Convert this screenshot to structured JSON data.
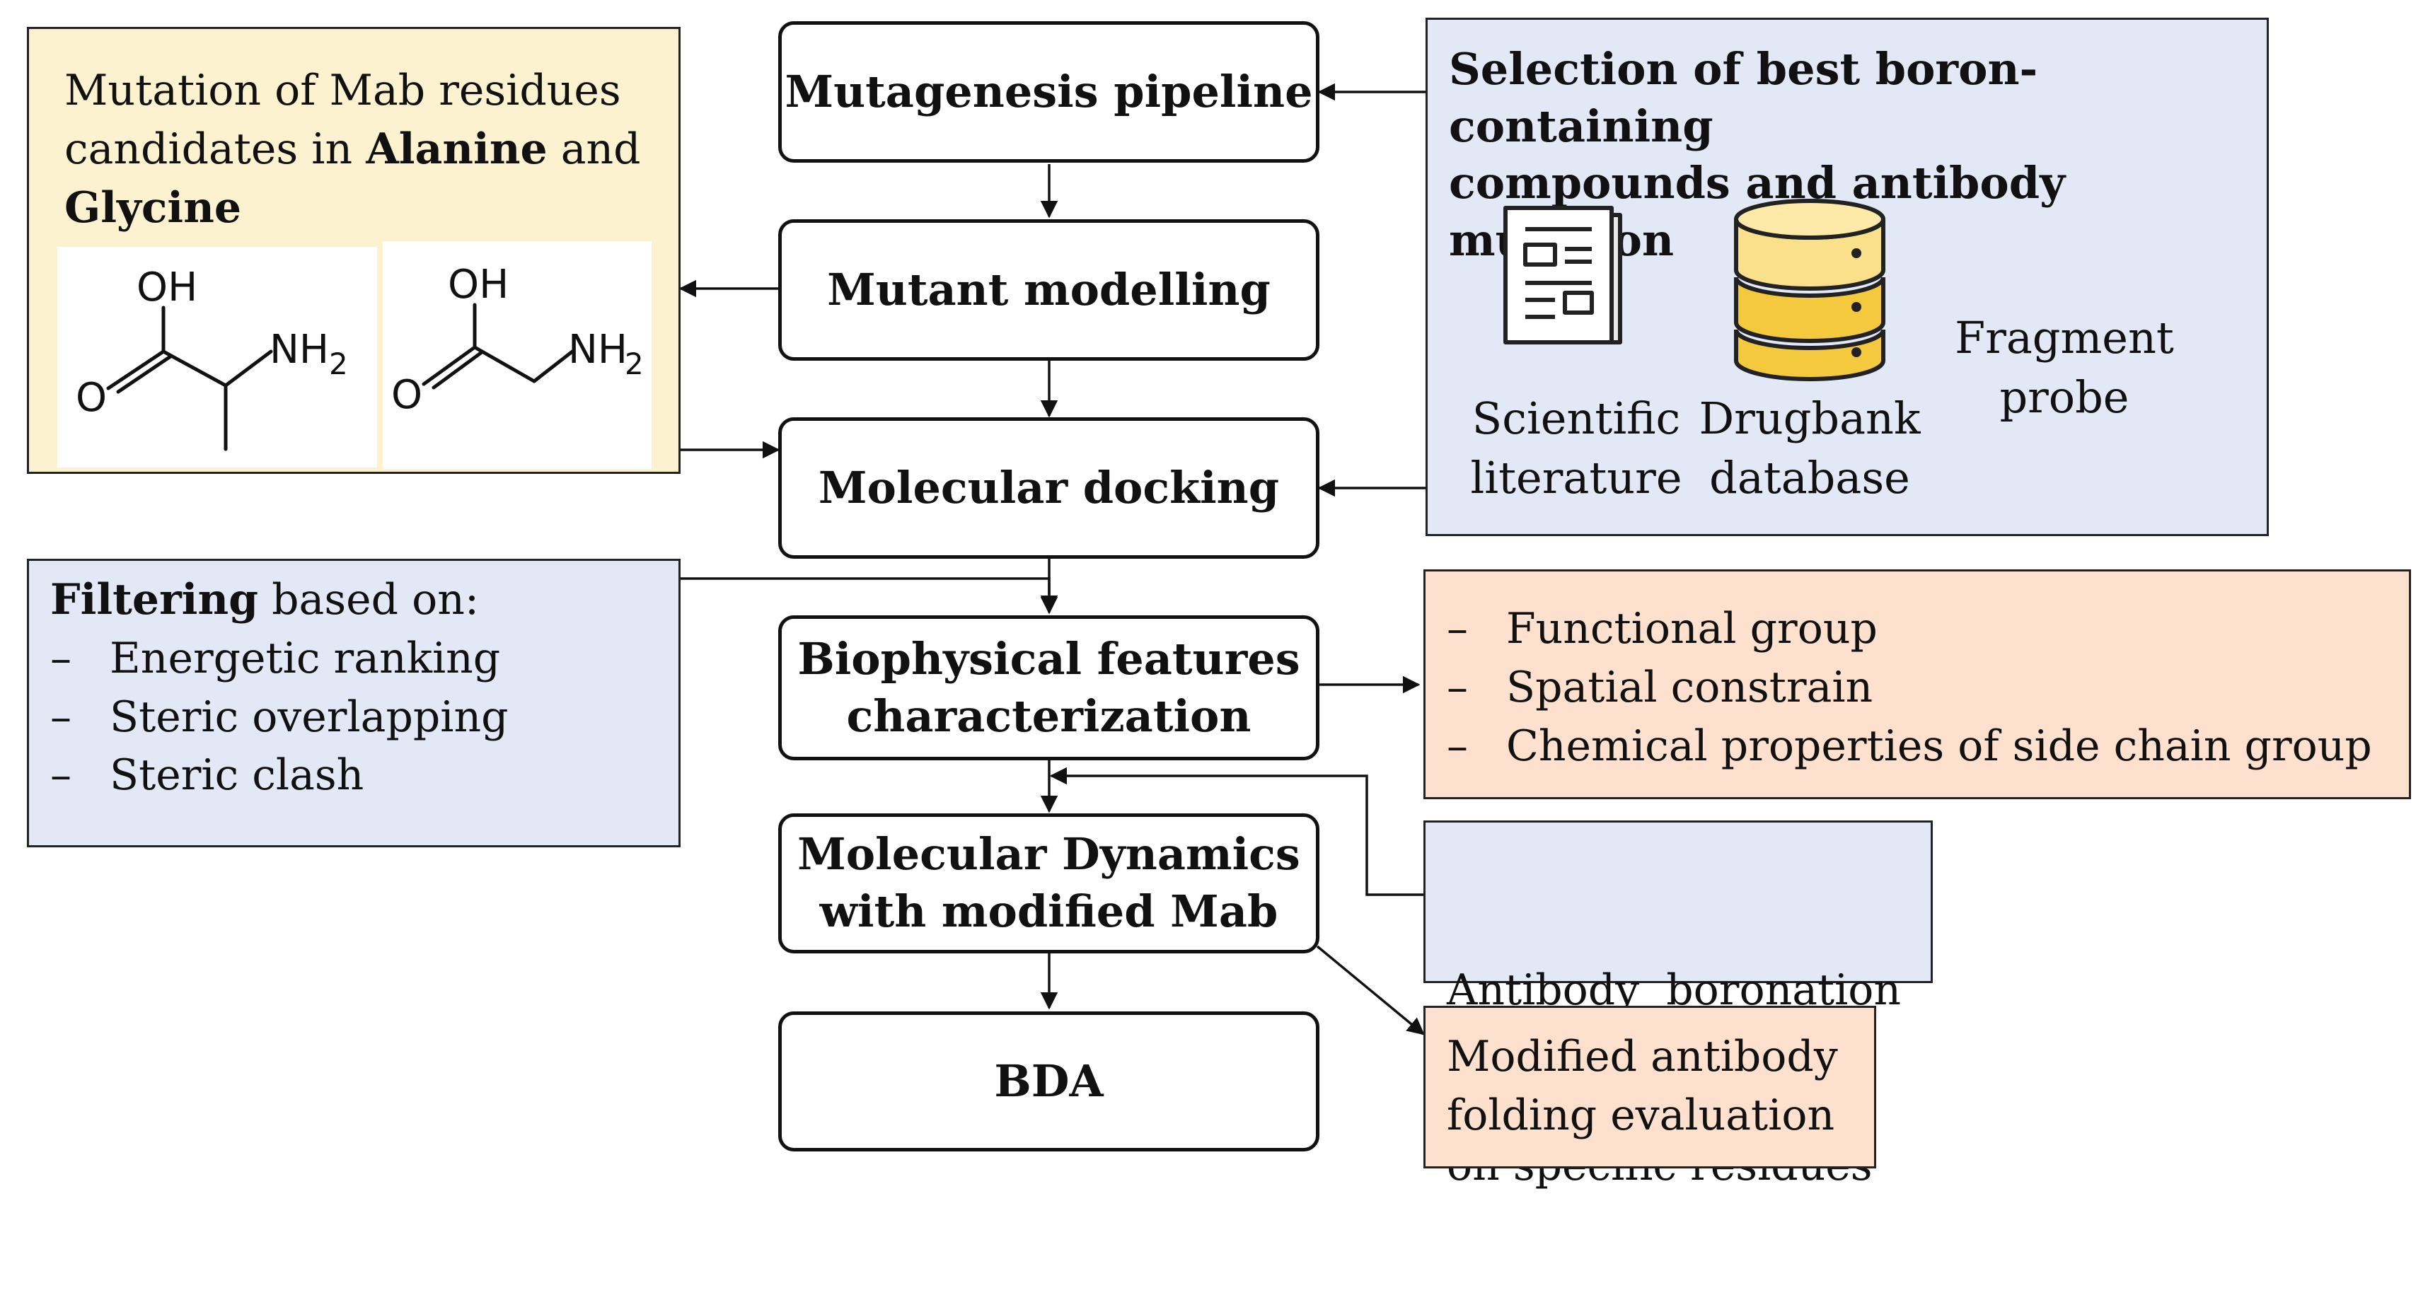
{
  "steps": {
    "mutagenesis": "Mutagenesis pipeline",
    "mutant_modelling": "Mutant modelling",
    "docking": "Molecular docking",
    "biophysical_1": "Biophysical features",
    "biophysical_2": "characterization",
    "md_1": "Molecular Dynamics",
    "md_2": "with modified Mab",
    "bda": "BDA"
  },
  "mutation_box": {
    "line1": "Mutation of Mab residues",
    "line2_pre": "candidates in ",
    "line2_bold1": "Alanine",
    "line2_mid": " and",
    "line3_bold2": "Glycine",
    "alanine_labels": {
      "oh": "OH",
      "nh2": "NH",
      "sub": "2"
    },
    "glycine_labels": {
      "oh": "OH",
      "nh2": "NH",
      "sub": "2"
    }
  },
  "selection_box": {
    "title_1": "Selection of best boron-containing",
    "title_2": "compounds and antibody mutation",
    "literature_1": "Scientific",
    "literature_2": "literature",
    "database_1": "Drugbank",
    "database_2": "database",
    "fragment_1": "Fragment",
    "fragment_2": "probe",
    "icons": [
      "newspaper-icon",
      "database-icon"
    ],
    "database_color": "#f5c93e"
  },
  "filter_box": {
    "title_bold": "Filtering",
    "title_rest": " based on:",
    "items": [
      "Energetic ranking",
      "Steric overlapping",
      "Steric clash"
    ]
  },
  "features_box": {
    "items": [
      "Functional group",
      "Spatial constrain",
      "Chemical properties of side chain group"
    ]
  },
  "boronation_box": {
    "line1": "Antibody  boronation",
    "line2": "on specific residues"
  },
  "folding_box": {
    "line1": "Modified antibody",
    "line2": "folding evaluation"
  },
  "colors": {
    "yellow": "#fdf2d0",
    "blue": "#e3e8f6",
    "salmon": "#fde0cd"
  }
}
